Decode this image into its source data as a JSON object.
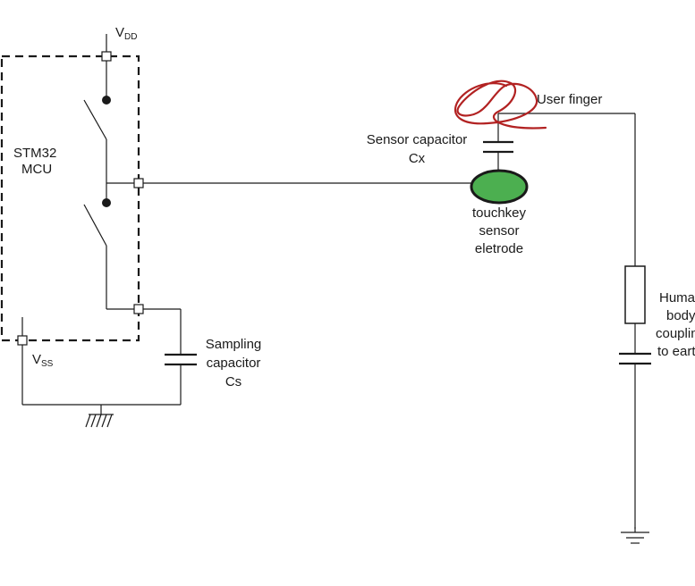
{
  "labels": {
    "vdd_main": "V",
    "vdd_sub": "DD",
    "vss_main": "V",
    "vss_sub": "SS",
    "mcu_line1": "STM32",
    "mcu_line2": "MCU",
    "sampling_line1": "Sampling",
    "sampling_line2": "capacitor",
    "sampling_line3": "Cs",
    "sensor_cap_line1": "Sensor capacitor",
    "sensor_cap_line2": "Cx",
    "user_finger": "User finger",
    "touchkey_line1": "touchkey",
    "touchkey_line2": "sensor",
    "touchkey_line3": "eletrode",
    "human_line1": "Human",
    "human_line2": "body",
    "human_line3": "coupling",
    "human_line4": "to earth"
  },
  "colors": {
    "electrode_fill": "#4caf50",
    "finger_scribble": "#b22222"
  }
}
